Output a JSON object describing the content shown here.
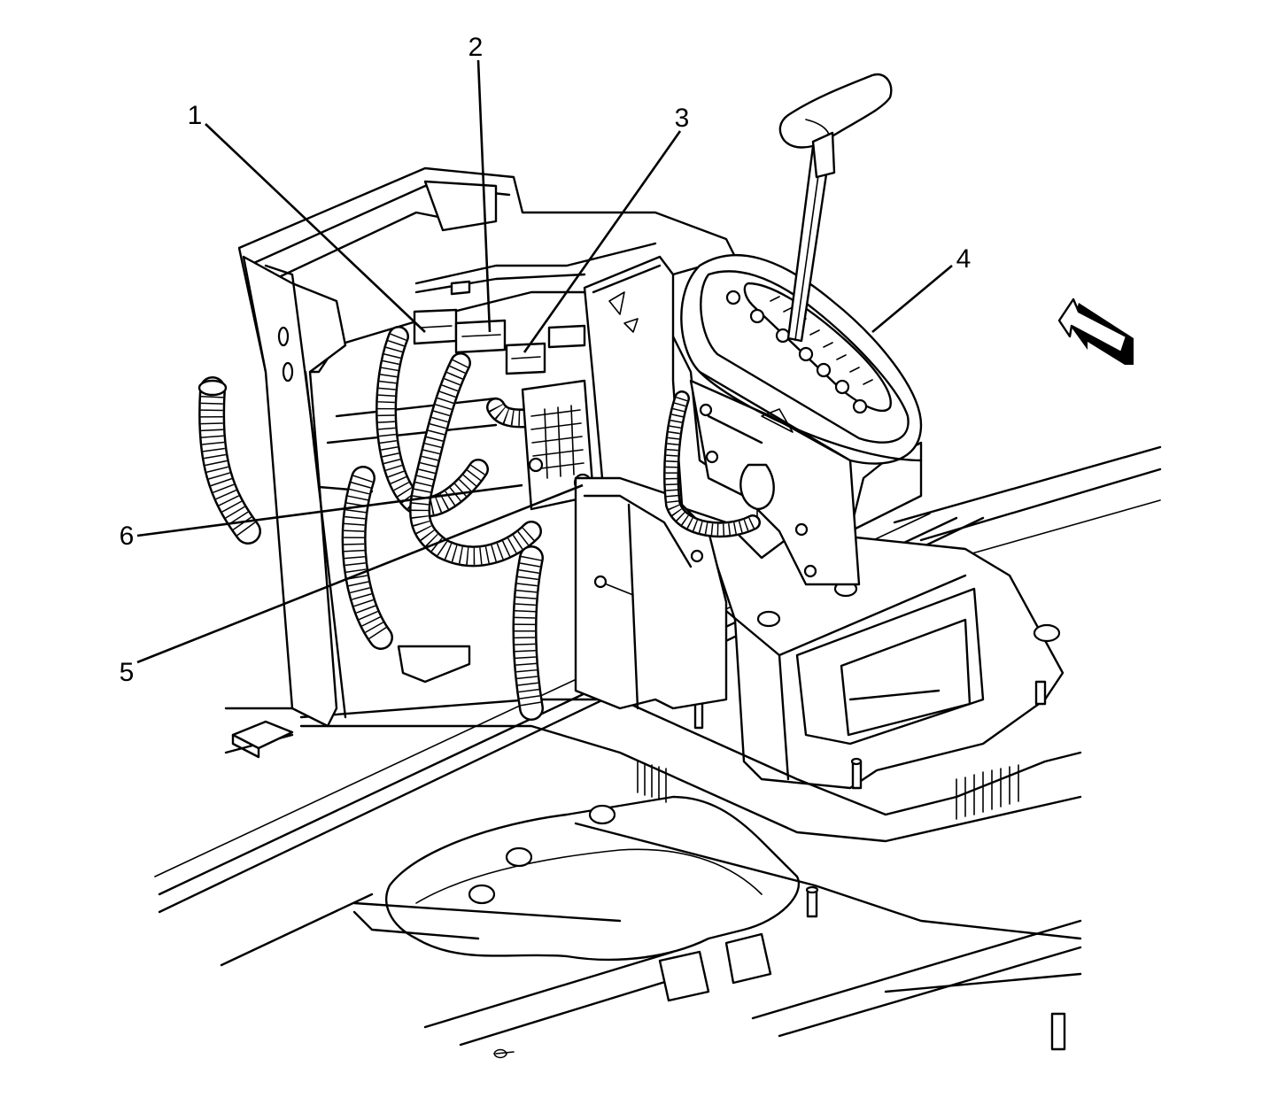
{
  "callouts": [
    {
      "id": "1",
      "label": "1"
    },
    {
      "id": "2",
      "label": "2"
    },
    {
      "id": "3",
      "label": "3"
    },
    {
      "id": "4",
      "label": "4"
    },
    {
      "id": "5",
      "label": "5"
    },
    {
      "id": "6",
      "label": "6"
    }
  ],
  "direction_arrow": {
    "icon": "forward-direction-arrow-icon"
  },
  "colors": {
    "line": "#000000",
    "background": "#ffffff"
  }
}
